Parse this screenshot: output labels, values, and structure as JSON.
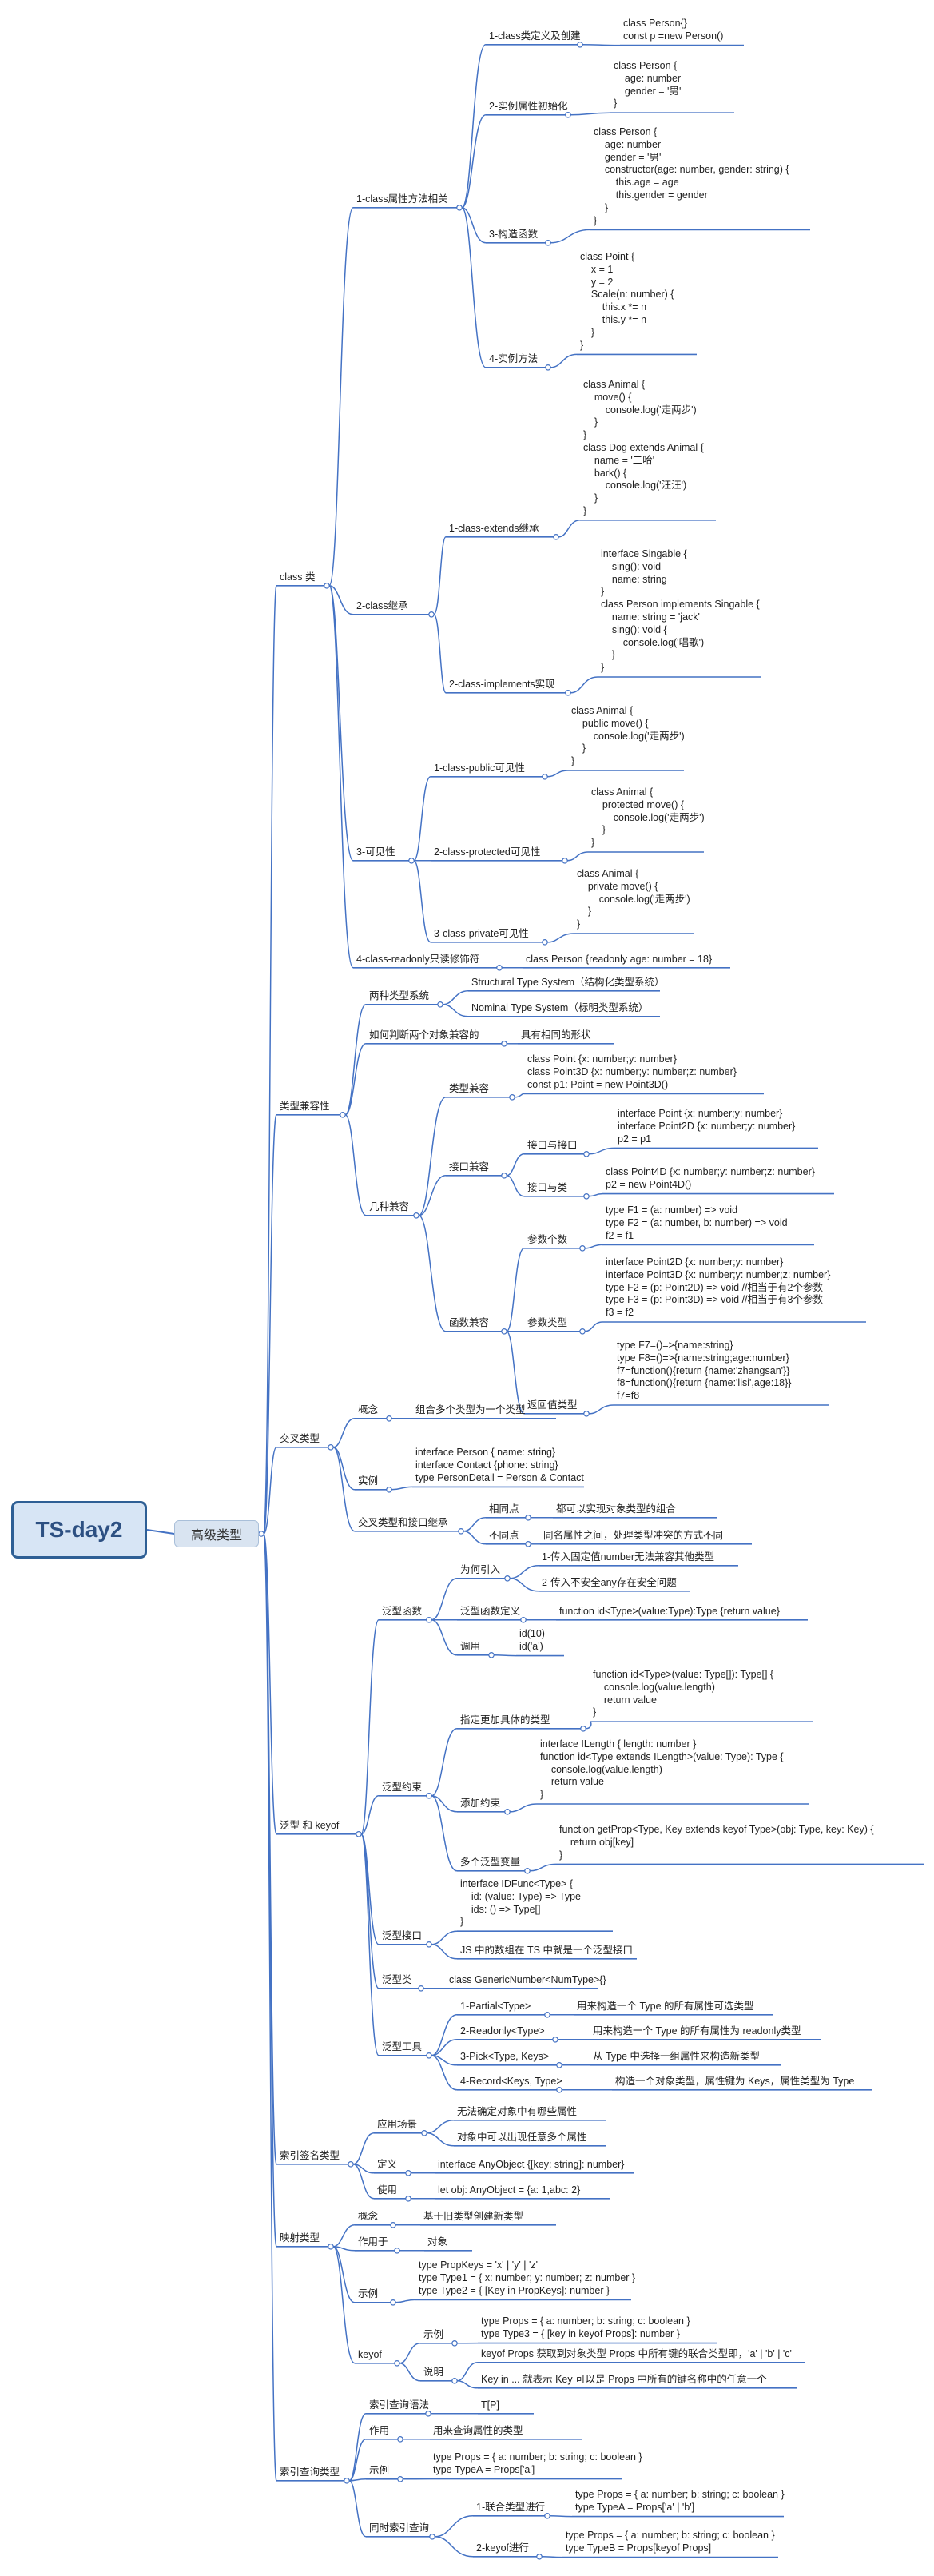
{
  "root": {
    "label": "TS-day2"
  },
  "hub": {
    "label": "高级类型"
  },
  "colors": {
    "line": "#4472c4",
    "root_fill": "#d7e5f5",
    "root_border": "#2e5f95",
    "hub_fill": "#d9e4f1",
    "dot": "#ffffff"
  },
  "nodes": {
    "class": "class 类",
    "cls_attr": "1-class属性方法相关",
    "cls_def": "1-class类定义及创建",
    "cls_def_code": "class Person{}\nconst p =new Person()",
    "cls_init": "2-实例属性初始化",
    "cls_init_code": "class Person {\n    age: number\n    gender = '男'\n}",
    "cls_ctor": "3-构造函数",
    "cls_ctor_code": "class Person {\n    age: number\n    gender = '男'\n    constructor(age: number, gender: string) {\n        this.age = age\n        this.gender = gender\n    }\n}",
    "cls_method": "4-实例方法",
    "cls_method_code": "class Point {\n    x = 1\n    y = 2\n    Scale(n: number) {\n        this.x *= n\n        this.y *= n\n    }\n}",
    "cls_inherit": "2-class继承",
    "cls_extends": "1-class-extends继承",
    "cls_extends_code": "class Animal {\n    move() {\n        console.log('走两步')\n    }\n}\nclass Dog extends Animal {\n    name = '二哈'\n    bark() {\n        console.log('汪汪')\n    }\n}",
    "cls_impl": "2-class-implements实现",
    "cls_impl_code": "interface Singable {\n    sing(): void\n    name: string\n}\nclass Person implements Singable {\n    name: string = 'jack'\n    sing(): void {\n        console.log('唱歌')\n    }\n}",
    "cls_vis": "3-可见性",
    "cls_public": "1-class-public可见性",
    "cls_public_code": "class Animal {\n    public move() {\n        console.log('走两步')\n    }\n}",
    "cls_protected": "2-class-protected可见性",
    "cls_protected_code": "class Animal {\n    protected move() {\n        console.log('走两步')\n    }\n}",
    "cls_private": "3-class-private可见性",
    "cls_private_code": "class Animal {\n    private move() {\n        console.log('走两步')\n    }\n}",
    "cls_readonly": "4-class-readonly只读修饰符",
    "cls_readonly_code": "class Person {readonly age: number = 18}",
    "compat": "类型兼容性",
    "two_systems": "两种类型系统",
    "structural": "Structural Type System（结构化类型系统）",
    "nominal": "Nominal Type System（标明类型系统）",
    "judge": "如何判断两个对象兼容的",
    "judge_ans": "具有相同的形状",
    "several": "几种兼容",
    "type_compat": "类型兼容",
    "type_compat_code": "class Point {x: number;y: number}\nclass Point3D {x: number;y: number;z: number}\nconst p1: Point = new Point3D()",
    "iface_compat": "接口兼容",
    "if2if": "接口与接口",
    "if2if_code": "interface Point {x: number;y: number}\ninterface Point2D {x: number;y: number}\np2 = p1",
    "if2cls": "接口与类",
    "if2cls_code": "class Point4D {x: number;y: number;z: number}\np2 = new Point4D()",
    "fn_compat": "函数兼容",
    "param_count": "参数个数",
    "param_count_code": "type F1 = (a: number) => void\ntype F2 = (a: number, b: number) => void\nf2 = f1",
    "param_type": "参数类型",
    "param_type_code": "interface Point2D {x: number;y: number}\ninterface Point3D {x: number;y: number;z: number}\ntype F2 = (p: Point2D) => void //相当于有2个参数\ntype F3 = (p: Point3D) => void //相当于有3个参数\nf3 = f2",
    "ret_type": "返回值类型",
    "ret_type_code": "type F7=()=>{name:string}\ntype F8=()=>{name:string;age:number}\nf7=function(){return {name:'zhangsan'}}\nf8=function(){return {name:'lisi',age:18}}\nf7=f8",
    "cross": "交叉类型",
    "cross_concept": "概念",
    "cross_concept_text": "组合多个类型为一个类型",
    "cross_example": "实例",
    "cross_example_code": "interface Person { name: string}\ninterface Contact {phone: string}\ntype PersonDetail = Person & Contact",
    "cross_vs": "交叉类型和接口继承",
    "cross_same": "相同点",
    "cross_same_text": "都可以实现对象类型的组合",
    "cross_diff": "不同点",
    "cross_diff_text": "同名属性之间，处理类型冲突的方式不同",
    "generic": "泛型 和 keyof",
    "gen_fn": "泛型函数",
    "gen_why": "为何引入",
    "gen_why1": "1-传入固定值number无法兼容其他类型",
    "gen_why2": "2-传入不安全any存在安全问题",
    "gen_def": "泛型函数定义",
    "gen_def_code": "function id<Type>(value:Type):Type {return value}",
    "gen_call": "调用",
    "gen_call_code": "id(10)\nid('a')",
    "gen_constraint": "泛型约束",
    "gen_specific": "指定更加具体的类型",
    "gen_specific_code": "function id<Type>(value: Type[]): Type[] {\n    console.log(value.length)\n    return value\n}",
    "gen_add": "添加约束",
    "gen_add_code": "interface ILength { length: number }\nfunction id<Type extends ILength>(value: Type): Type {\n    console.log(value.length)\n    return value\n}",
    "gen_multi": "多个泛型变量",
    "gen_multi_code": "function getProp<Type, Key extends keyof Type>(obj: Type, key: Key) {\n    return obj[key]\n}",
    "gen_iface": "泛型接口",
    "gen_iface_code": "interface IDFunc<Type> {\n    id: (value: Type) => Type\n    ids: () => Type[]\n}",
    "gen_iface_arr": "JS 中的数组在 TS 中就是一个泛型接口",
    "gen_class": "泛型类",
    "gen_class_code": "class GenericNumber<NumType>{}",
    "gen_tools": "泛型工具",
    "tool_partial": "1-Partial<Type>",
    "tool_partial_text": "用来构造一个 Type 的所有属性可选类型",
    "tool_readonly": "2-Readonly<Type>",
    "tool_readonly_text": "用来构造一个 Type 的所有属性为 readonly类型",
    "tool_pick": "3-Pick<Type, Keys>",
    "tool_pick_text": "从 Type 中选择一组属性来构造新类型",
    "tool_record": "4-Record<Keys, Type>",
    "tool_record_text": "构造一个对象类型，属性键为 Keys，属性类型为 Type",
    "index_sig": "索引签名类型",
    "idx_scene": "应用场景",
    "idx_scene1": "无法确定对象中有哪些属性",
    "idx_scene2": "对象中可以出现任意多个属性",
    "idx_def": "定义",
    "idx_def_code": "interface AnyObject {[key: string]: number}",
    "idx_use": "使用",
    "idx_use_code": "let obj: AnyObject = {a: 1,abc: 2}",
    "mapped": "映射类型",
    "map_concept": "概念",
    "map_concept_text": "基于旧类型创建新类型",
    "map_for": "作用于",
    "map_for_text": "对象",
    "map_example": "示例",
    "map_example_code": "type PropKeys = 'x' | 'y' | 'z'\ntype Type1 = { x: number; y: number; z: number }\ntype Type2 = { [Key in PropKeys]: number }",
    "keyof": "keyof",
    "keyof_example": "示例",
    "keyof_example_code": "type Props = { a: number; b: string; c: boolean }\ntype Type3 = { [key in keyof Props]: number }",
    "keyof_explain": "说明",
    "keyof_explain1": "keyof Props 获取到对象类型 Props 中所有键的联合类型即，'a' | 'b' | 'c'",
    "keyof_explain2": "Key in ... 就表示 Key 可以是 Props 中所有的键名称中的任意一个",
    "index_query": "索引查询类型",
    "iq_syntax": "索引查询语法",
    "iq_syntax_text": "T[P]",
    "iq_effect": "作用",
    "iq_effect_text": "用来查询属性的类型",
    "iq_example": "示例",
    "iq_example_code": "type Props = { a: number; b: string; c: boolean }\ntype TypeA = Props['a']",
    "iq_multi": "同时索引查询",
    "iq_union": "1-联合类型进行",
    "iq_union_code": "type Props = { a: number; b: string; c: boolean }\ntype TypeA = Props['a' | 'b']",
    "iq_keyof": "2-keyof进行",
    "iq_keyof_code": "type Props = { a: number; b: string; c: boolean }\ntype TypeB = Props[keyof Props]"
  }
}
